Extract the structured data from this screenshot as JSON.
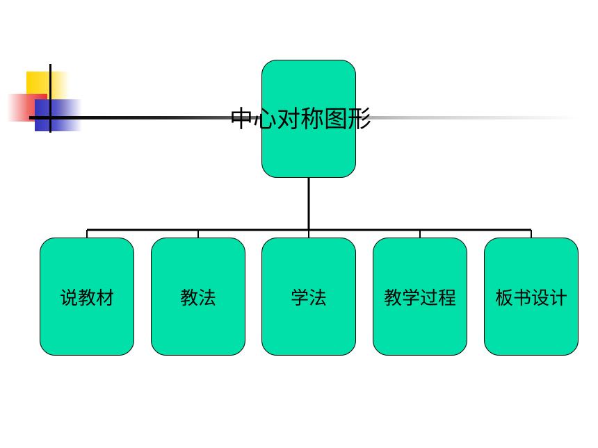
{
  "diagram": {
    "root": {
      "label": "中心对称图形"
    },
    "children": [
      {
        "label": "说教材"
      },
      {
        "label": "教法"
      },
      {
        "label": "学法"
      },
      {
        "label": "教学过程"
      },
      {
        "label": "板书设计"
      }
    ],
    "colors": {
      "box_fill": "#00e0a8",
      "box_border": "#000000",
      "connector": "#000000",
      "decor_yellow": "#ffd400",
      "decor_red": "#e83030",
      "decor_blue": "#3333bb"
    }
  }
}
